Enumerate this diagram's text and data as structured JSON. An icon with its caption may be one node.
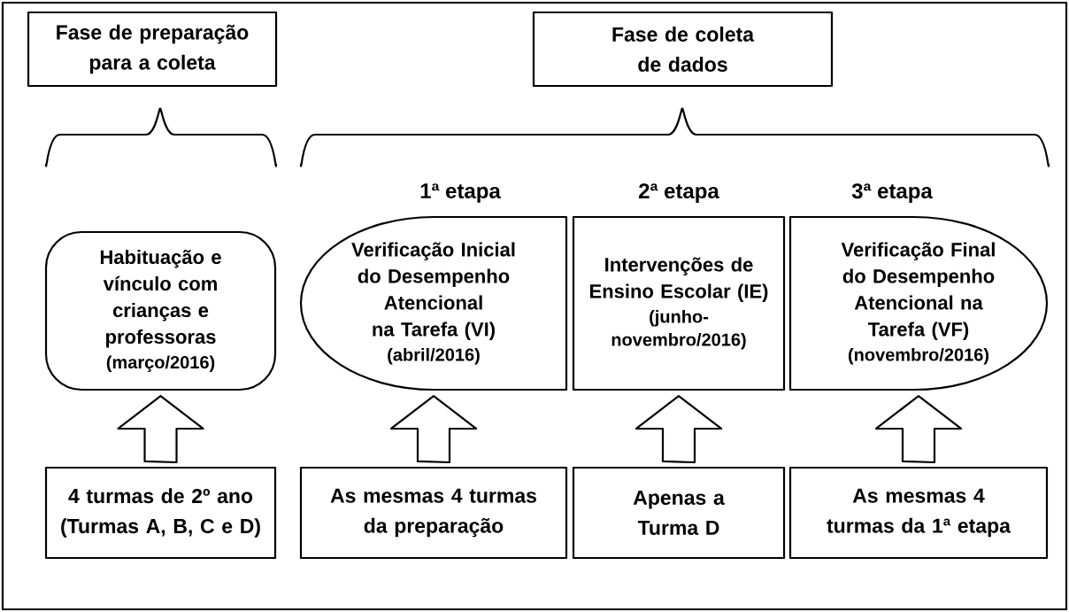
{
  "diagram": {
    "nodes": [
      {
        "text": [
          "Fase de preparação para a coleta"
        ]
      },
      {
        "text": [
          "Fase de coleta de dados"
        ]
      },
      {
        "text": [
          "Habituação e vínculo com crianças e professoras",
          "(março/2016)"
        ]
      },
      {
        "text": [
          "Verificação Inicial do Desempenho Atencional na Tarefa (VI)",
          "(abril/2016)"
        ],
        "beside": [
          "1ª etapa"
        ]
      },
      {
        "text": [
          "Intervenções de Ensino Escolar (IE)",
          "(junho-novembro/2016)"
        ],
        "beside": [
          "2ª etapa"
        ]
      },
      {
        "text": [
          "Verificação Final do Desempenho Atencional na Tarefa (VF)",
          "(novembro/2016)"
        ],
        "beside": [
          "3ª etapa"
        ]
      },
      {
        "text": [
          "4 turmas de 2º ano (Turmas A, B, C e D)"
        ]
      },
      {
        "text": [
          "As mesmas 4 turmas da preparação"
        ]
      },
      {
        "text": [
          "Apenas a Turma D"
        ]
      },
      {
        "text": [
          "As mesmas 4 turmas da 1ª etapa"
        ]
      }
    ],
    "edges": [
      {
        "from": 6,
        "to": 2,
        "arrow": "to"
      },
      {
        "from": 7,
        "to": 3,
        "arrow": "to"
      },
      {
        "from": 8,
        "to": 4,
        "arrow": "to"
      },
      {
        "from": 9,
        "to": 5,
        "arrow": "to"
      }
    ]
  }
}
